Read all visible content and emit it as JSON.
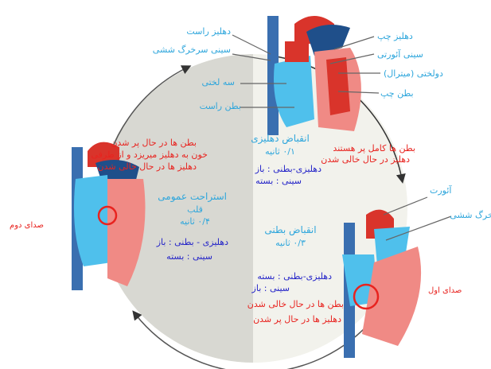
{
  "top_heart_labels": {
    "right_atrium": "دهلیز راست",
    "pulmonary_valve": "سینی سرخرگ ششی",
    "tricuspid": "سه لختی",
    "right_ventricle": "بطن راست",
    "left_atrium": "دهلیز چپ",
    "aortic_valve": "سینی آئورتی",
    "mitral": "دولختی (میترال)",
    "left_ventricle": "بطن چپ"
  },
  "atrial_systole": {
    "title": "انقباض دهلیزی",
    "duration": "۰/۱ ثانیه",
    "av_valves": "دهلیزی-بطنی : باز",
    "semilunar": "سینی : بسته",
    "note_1": "بطن ها کامل پر هستند",
    "note_2": "دهلیز در حال خالی شدن"
  },
  "diastole": {
    "title": "استراحت عمومی",
    "title_2": "قلب",
    "duration": "۰/۴ ثانیه",
    "av_valves": "دهلیزی - بطنی : باز",
    "semilunar": "سینی : بسته",
    "note_1": "بطن ها در حال پر شدن",
    "note_2": "خون به دهلیز میریزد و از طرفی",
    "note_3": "دهلیز ها در حال خالی شدن",
    "sound": "صدای دوم"
  },
  "ventricular_systole": {
    "title": "انقباض بطنی",
    "duration": "۰/۳ ثانیه",
    "av_valves": "دهلیزی-بطنی : بسته",
    "semilunar": "سینی : باز",
    "note_1": "بطن ها در حال خالی شدن",
    "note_2": "دهلیز ها در حال پر شدن",
    "sound": "صدای اول",
    "aorta": "آئورت",
    "pulmonary_artery": "سرخرگ ششی"
  },
  "colors": {
    "label_blue": "#2ea6dc",
    "note_red": "#e8231f",
    "valve_navy": "#2424c8"
  }
}
